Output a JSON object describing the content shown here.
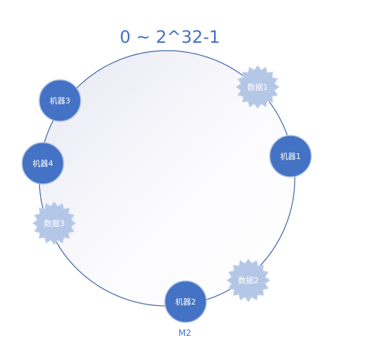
{
  "title": "0 ~ 2^32-1",
  "colors": {
    "ring_stroke": "#3f66a8",
    "ring_fill_light": "#eeeef6",
    "machine_fill": "#4472c4",
    "machine_stroke": "#a9bde0",
    "data_fill": "#b4c7e7",
    "data_stroke": "#c9d6ee",
    "text_accent": "#4472c4"
  },
  "machines": [
    {
      "id": "m1",
      "label": "机器1"
    },
    {
      "id": "m2",
      "label": "机器2"
    },
    {
      "id": "m3",
      "label": "机器3"
    },
    {
      "id": "m4",
      "label": "机器4"
    }
  ],
  "data_items": [
    {
      "id": "d1",
      "label": "数据1"
    },
    {
      "id": "d2",
      "label": "数据2"
    },
    {
      "id": "d3",
      "label": "数据3"
    }
  ],
  "annotations": [
    {
      "id": "m2-tag",
      "label": "M2"
    }
  ]
}
